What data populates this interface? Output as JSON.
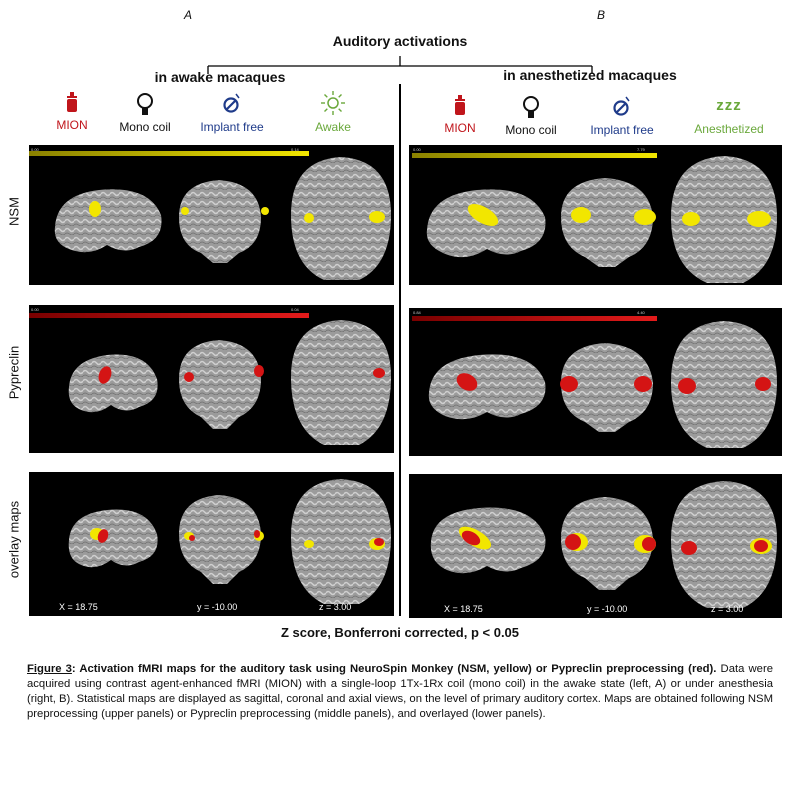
{
  "panel_a_letter": "A",
  "panel_b_letter": "B",
  "title": "Auditory activations",
  "left_subtitle": "in awake macaques",
  "right_subtitle": "in anesthetized macaques",
  "left_icons": [
    {
      "icon": "syringe-icon",
      "label": "MION",
      "color": "#c0151b"
    },
    {
      "icon": "coil-icon",
      "label": "Mono coil",
      "color": "#111111"
    },
    {
      "icon": "implant-free-icon",
      "label": "Implant free",
      "color": "#1f3b8a"
    },
    {
      "icon": "sun-icon",
      "label": "Awake",
      "color": "#6aa83b"
    }
  ],
  "right_icons": [
    {
      "icon": "syringe-icon",
      "label": "MION",
      "color": "#c0151b"
    },
    {
      "icon": "coil-icon",
      "label": "Mono coil",
      "color": "#111111"
    },
    {
      "icon": "implant-free-icon",
      "label": "Implant free",
      "color": "#1f3b8a"
    },
    {
      "icon": "sleep-icon",
      "label": "Anesthetized",
      "color": "#6aa83b"
    }
  ],
  "sleep_glyph": "zzz",
  "rows": [
    "NSM",
    "Pypreclin",
    "overlay maps"
  ],
  "colorbars": {
    "left_nsm": {
      "min": "0.00",
      "max": "0.14"
    },
    "right_nsm": {
      "min": "0.00",
      "max": "7.79"
    },
    "left_pyp": {
      "min": "0.00",
      "max": "0.04"
    },
    "right_pyp": {
      "min": "0.84",
      "max": "4.40"
    }
  },
  "coords": {
    "x": "X = 18.75",
    "y": "y = -10.00",
    "z": "z = 3.00"
  },
  "zscore_note": "Z score, Bonferroni corrected, p < 0.05",
  "colors": {
    "nsm": "#f2e600",
    "pypreclin": "#d41414",
    "brain": "#9a9a9a"
  },
  "caption": {
    "figure_label": "Figure 3",
    "bold_text": ": Activation fMRI maps for the auditory task using NeuroSpin Monkey (NSM, yellow) or Pypreclin preprocessing (red).",
    "body_text": " Data were acquired using contrast agent-enhanced fMRI (MION) with a single-loop 1Tx-1Rx coil (mono coil) in the awake state (left, A) or under anesthesia (right, B). Statistical maps are displayed as sagittal, coronal and axial views, on the level of primary auditory cortex. Maps are obtained following NSM preprocessing (upper panels) or Pypreclin preprocessing (middle panels), and overlayed (lower panels)."
  }
}
